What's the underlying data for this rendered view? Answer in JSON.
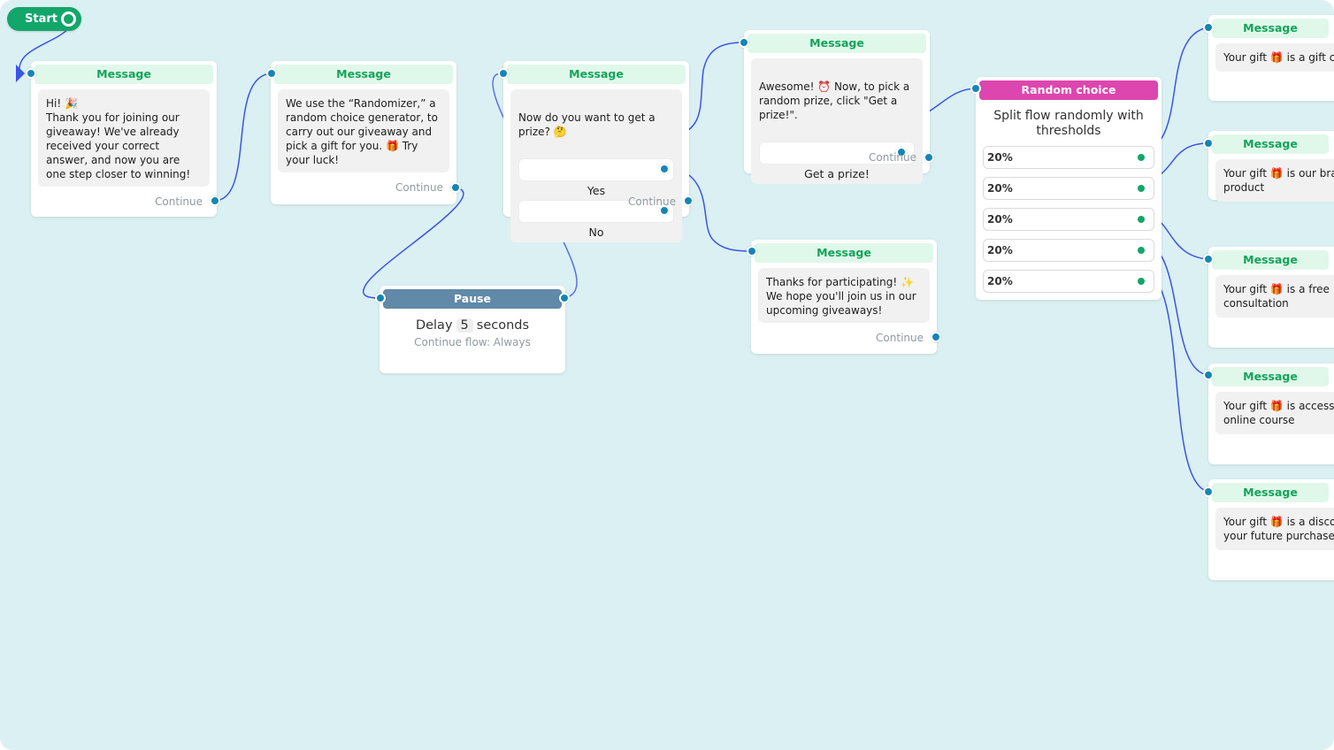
{
  "start": {
    "label": "Start"
  },
  "nodes": {
    "m1": {
      "title": "Message",
      "text": "Hi! 🎉\nThank you for joining our giveaway! We've already received your correct answer, and now you are one step closer to winning!",
      "continue": "Continue"
    },
    "m2": {
      "title": "Message",
      "text": "We use the “Randomizer,” a random choice generator, to carry out our giveaway and pick a gift for you. 🎁 Try your luck!",
      "continue": "Continue"
    },
    "m3": {
      "title": "Message",
      "text": "Now do you want to get a prize? 🤔",
      "buttons": [
        "Yes",
        "No"
      ],
      "continue": "Continue"
    },
    "m4": {
      "title": "Message",
      "text": "Awesome! ⏰ Now, to pick a random prize, click \"Get a prize!\".",
      "button": "Get a prize!",
      "continue": "Continue"
    },
    "m5": {
      "title": "Message",
      "text": "Thanks for participating! ✨ We hope you'll join us in our upcoming giveaways!",
      "continue": "Continue"
    },
    "pause": {
      "title": "Pause",
      "delay_prefix": "Delay",
      "delay_value": "5",
      "delay_unit": "seconds",
      "flow": "Continue flow: Always"
    },
    "random": {
      "title": "Random choice",
      "desc": "Split flow randomly with thresholds",
      "thresholds": [
        "20%",
        "20%",
        "20%",
        "20%",
        "20%"
      ]
    },
    "g1": {
      "title": "Message",
      "text": "Your gift 🎁 is a gift ce"
    },
    "g2": {
      "title": "Message",
      "text": "Your gift 🎁 is our bran\nproduct"
    },
    "g3": {
      "title": "Message",
      "text": "Your gift 🎁 is a free\nconsultation"
    },
    "g4": {
      "title": "Message",
      "text": "Your gift 🎁 is access\nonline course"
    },
    "g5": {
      "title": "Message",
      "text": "Your gift 🎁 is a discou\nyour future purchase"
    }
  },
  "colors": {
    "canvas": "#dbf0f2",
    "wire": "#3a55e8",
    "port": "#1386b6",
    "message_accent": "#14a35a",
    "pause_header": "#6189a8",
    "random_header": "#dd46ae",
    "start": "#13a66b"
  }
}
